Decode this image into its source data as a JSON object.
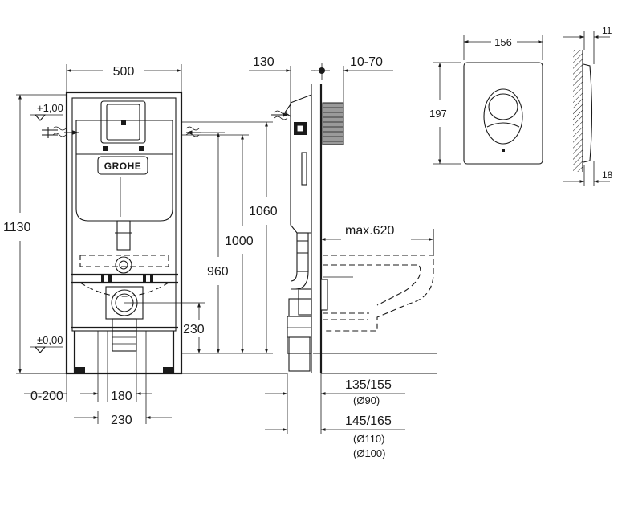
{
  "front_view": {
    "width_500": "500",
    "height_1130": "1130",
    "level_plus": "+1,00",
    "level_zero": "±0,00",
    "logo": "GROHE",
    "dim_1060": "1060",
    "dim_1000": "1000",
    "dim_960": "960",
    "dim_230_height": "230",
    "dim_0_200": "0-200",
    "dim_180": "180",
    "dim_230_width": "230"
  },
  "side_view": {
    "dim_130": "130",
    "dim_10_70": "10-70",
    "dim_max_620": "max.620",
    "dim_135_155": "135/155",
    "dim_d90": "(Ø90)",
    "dim_145_165": "145/165",
    "dim_d110": "(Ø110)",
    "dim_d100": "(Ø100)"
  },
  "flush_plate": {
    "width_156": "156",
    "height_197": "197",
    "depth_11": "11",
    "depth_18": "18"
  },
  "colors": {
    "line": "#1a1a1a",
    "shade": "#9a9a9a",
    "background": "#ffffff"
  }
}
